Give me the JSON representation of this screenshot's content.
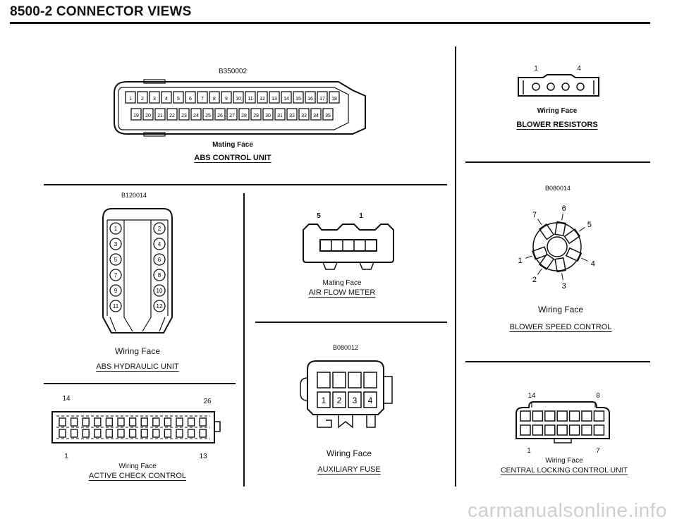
{
  "header": {
    "title": "8500-2   CONNECTOR VIEWS"
  },
  "abs_control_unit": {
    "code": "B350002",
    "face": "Mating Face",
    "name": "ABS CONTROL UNIT",
    "top_pins": [
      "1",
      "2",
      "3",
      "4",
      "5",
      "6",
      "7",
      "8",
      "9",
      "10",
      "11",
      "12",
      "13",
      "14",
      "15",
      "16",
      "17",
      "18"
    ],
    "bottom_pins": [
      "19",
      "20",
      "21",
      "22",
      "23",
      "24",
      "25",
      "26",
      "27",
      "28",
      "29",
      "30",
      "31",
      "32",
      "33",
      "34",
      "35"
    ]
  },
  "blower_resistors": {
    "pin_left": "1",
    "pin_right": "4",
    "face": "Wiring Face",
    "name": "BLOWER RESISTORS"
  },
  "abs_hydraulic_unit": {
    "code": "B120014",
    "face": "Wiring Face",
    "name": "ABS HYDRAULIC UNIT",
    "left_pins": [
      "1",
      "3",
      "5",
      "7",
      "9",
      "11"
    ],
    "right_pins": [
      "2",
      "4",
      "6",
      "8",
      "10",
      "12"
    ]
  },
  "air_flow_meter": {
    "pin_left": "5",
    "pin_right": "1",
    "face": "Mating Face",
    "name": "AIR FLOW METER"
  },
  "blower_speed_control": {
    "code": "B080014",
    "pins": [
      "1",
      "2",
      "3",
      "4",
      "5",
      "6",
      "7"
    ],
    "face": "Wiring Face",
    "name": "BLOWER SPEED CONTROL"
  },
  "auxiliary_fuse": {
    "code": "B080012",
    "pins": [
      "1",
      "2",
      "3",
      "4"
    ],
    "face": "Wiring Face",
    "name": "AUXILIARY FUSE"
  },
  "active_check_control": {
    "pin_tl": "14",
    "pin_tr": "26",
    "pin_bl": "1",
    "pin_br": "13",
    "face": "Wiring Face",
    "name": "ACTIVE CHECK CONTROL"
  },
  "central_locking": {
    "pin_tl": "14",
    "pin_tr": "8",
    "pin_bl": "1",
    "pin_br": "7",
    "face": "Wiring Face",
    "name": "CENTRAL LOCKING CONTROL UNIT"
  },
  "watermark": {
    "text": "carmanualsonline.info"
  }
}
